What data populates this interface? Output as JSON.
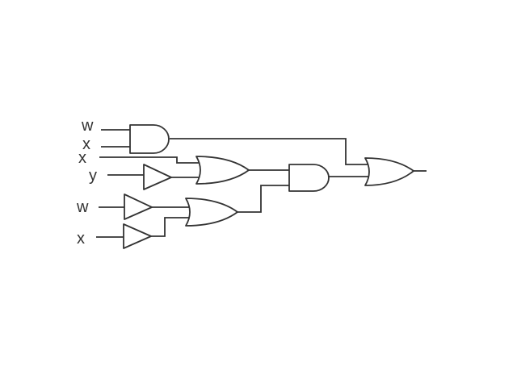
{
  "diagram": {
    "inputs": [
      {
        "id": "in1",
        "label": "w"
      },
      {
        "id": "in2",
        "label": "x"
      },
      {
        "id": "in3",
        "label": "x"
      },
      {
        "id": "in4",
        "label": "y"
      },
      {
        "id": "in5",
        "label": "w"
      },
      {
        "id": "in6",
        "label": "x"
      }
    ],
    "gates": [
      {
        "id": "and1",
        "type": "AND",
        "inputs": [
          "w",
          "x"
        ]
      },
      {
        "id": "not1",
        "type": "BUFFER",
        "inputs": [
          "y"
        ]
      },
      {
        "id": "or1",
        "type": "OR",
        "inputs": [
          "x",
          "not1"
        ]
      },
      {
        "id": "not2",
        "type": "BUFFER",
        "inputs": [
          "w"
        ]
      },
      {
        "id": "not3",
        "type": "BUFFER",
        "inputs": [
          "x"
        ]
      },
      {
        "id": "or2",
        "type": "OR",
        "inputs": [
          "not2",
          "not3"
        ]
      },
      {
        "id": "and2",
        "type": "AND",
        "inputs": [
          "or1",
          "or2"
        ]
      },
      {
        "id": "or3",
        "type": "OR",
        "inputs": [
          "and1",
          "and2"
        ]
      }
    ],
    "colors": {
      "line": "#333333",
      "background": "#ffffff"
    }
  }
}
